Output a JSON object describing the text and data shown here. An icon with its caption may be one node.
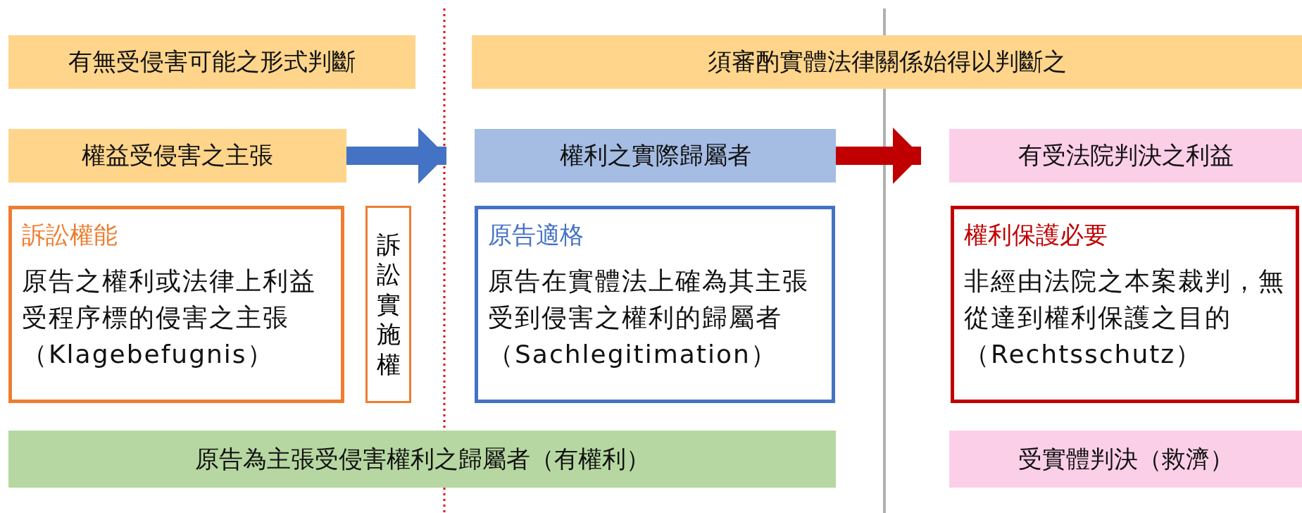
{
  "diagram": {
    "nodes": [
      {
        "text": [
          "有無受侵害可能之形式判斷"
        ]
      },
      {
        "text": [
          "須審酌實體法律關係始得以判斷之"
        ]
      },
      {
        "text": [
          "權益受侵害之主張"
        ]
      },
      {
        "text": [
          "權利之實際歸屬者"
        ]
      },
      {
        "text": [
          "有受法院判決之利益"
        ]
      },
      {
        "text": [
          "訴訟權能",
          "原告之權利或法律上利益受程序標的侵害之主張（Klagebefugnis）"
        ]
      },
      {
        "text": [
          "訴訟實施權"
        ]
      },
      {
        "text": [
          "原告適格",
          "原告在實體法上確為其主張受到侵害之權利的歸屬者（Sachlegitimation）"
        ]
      },
      {
        "text": [
          "權利保護必要",
          "非經由法院之本案裁判，無從達到權利保護之目的（Rechtsschutz）"
        ]
      },
      {
        "text": [
          "原告為主張受侵害權利之歸屬者（有權利）"
        ]
      },
      {
        "text": [
          "受實體判決（救濟）"
        ]
      }
    ],
    "edges": [
      {
        "from": 2,
        "to": 3,
        "arrow": "to",
        "color": "#4472c4"
      },
      {
        "from": 3,
        "to": 4,
        "arrow": "to",
        "color": "#c00000"
      }
    ]
  }
}
